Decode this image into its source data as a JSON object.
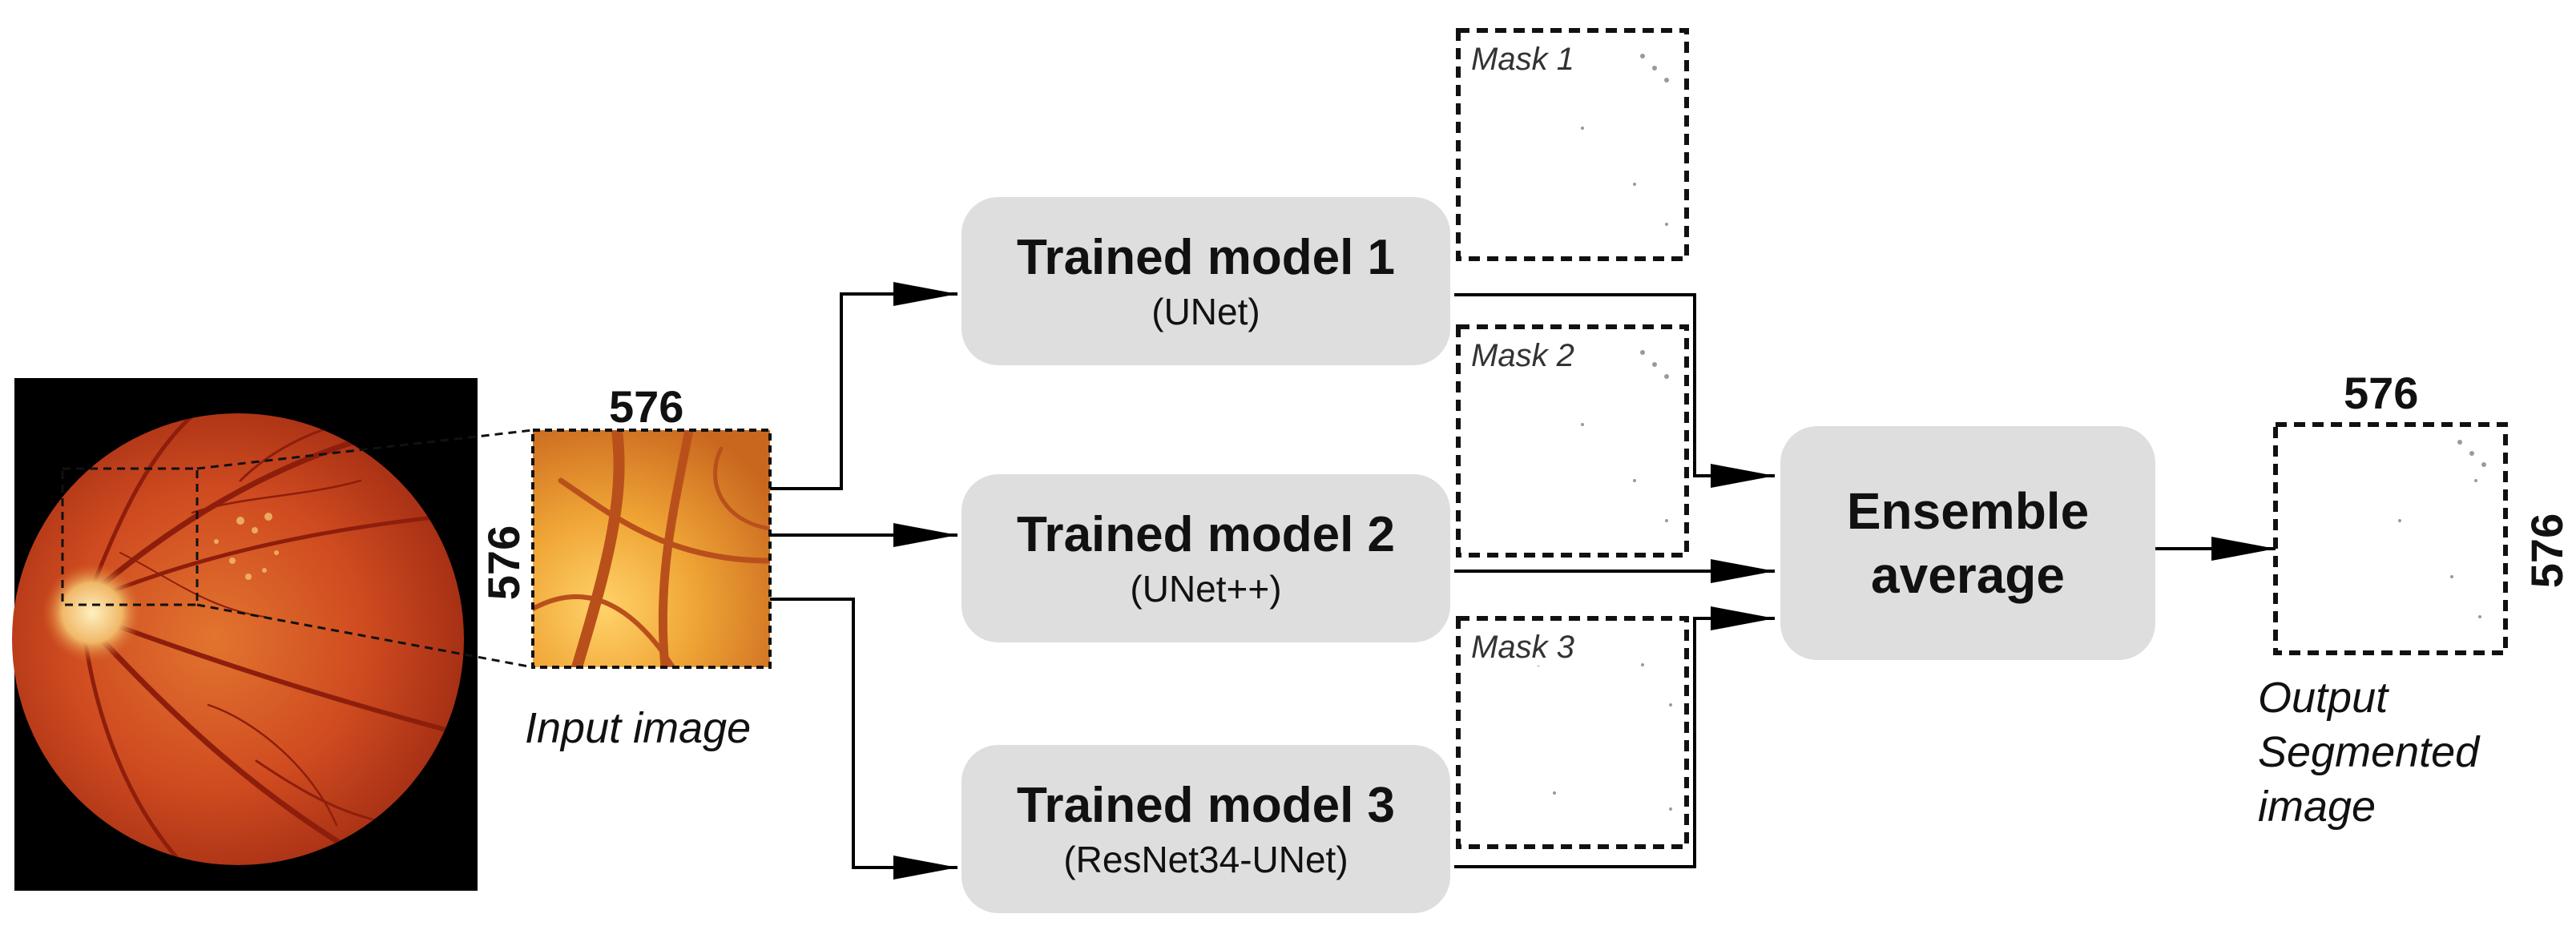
{
  "input": {
    "size_top": "576",
    "size_side": "576",
    "caption": "Input image"
  },
  "models": [
    {
      "title": "Trained model 1",
      "subtitle": "(UNet)"
    },
    {
      "title": "Trained model 2",
      "subtitle": "(UNet++)"
    },
    {
      "title": "Trained model 3",
      "subtitle": "(ResNet34-UNet)"
    }
  ],
  "masks": [
    "Mask 1",
    "Mask 2",
    "Mask 3"
  ],
  "ensemble": {
    "line1": "Ensemble",
    "line2": "average"
  },
  "output": {
    "size_top": "576",
    "size_side": "576",
    "caption_lines": [
      "Output",
      "Segmented",
      "image"
    ]
  },
  "colors": {
    "box_fill": "#dedede",
    "fundus_red": "#c8421e",
    "fundus_background": "#000000",
    "crop_yellow": "#e0a030"
  }
}
